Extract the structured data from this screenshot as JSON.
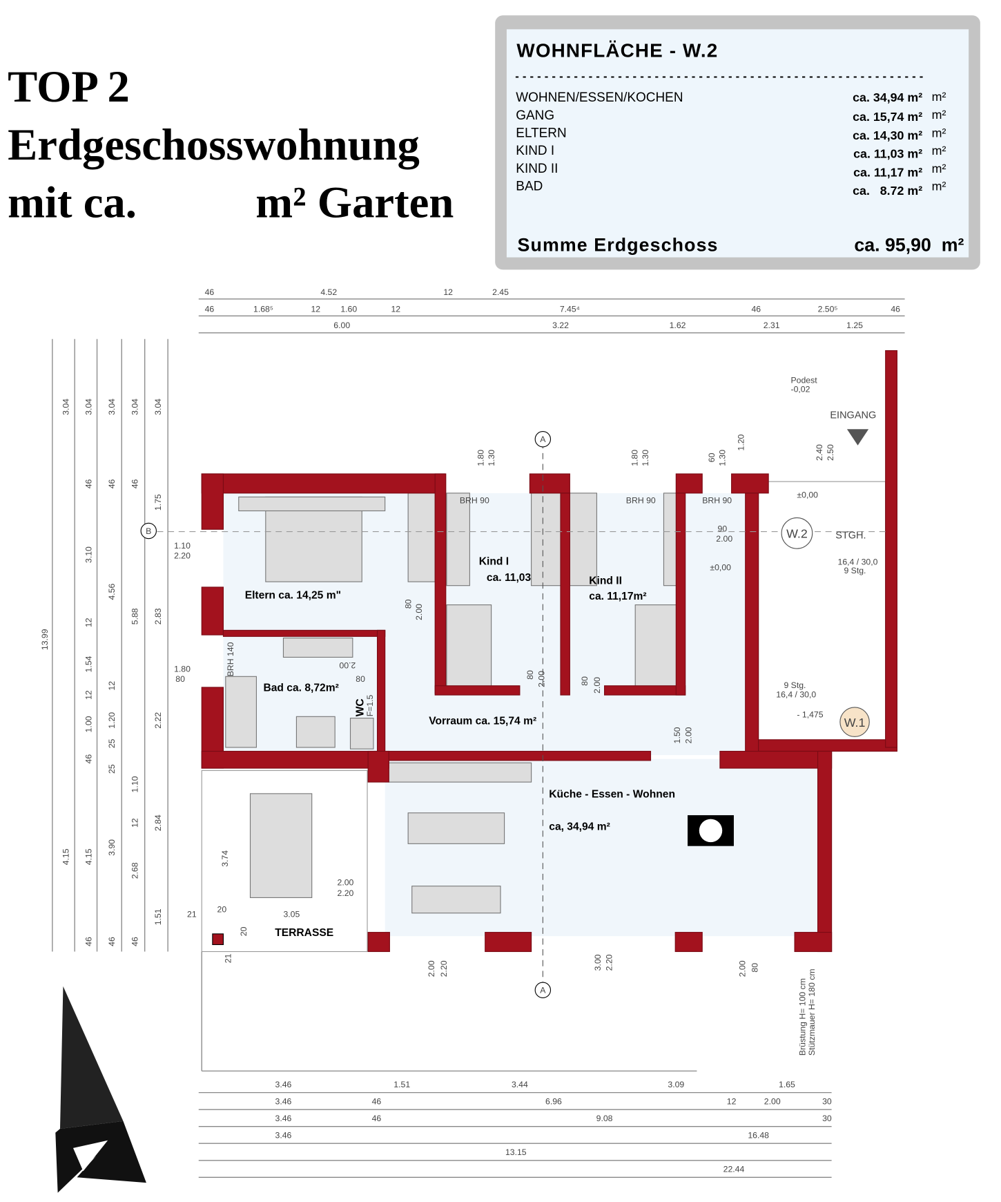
{
  "title": {
    "line1": "TOP 2",
    "line2": "Erdgeschosswohnung",
    "line3a": "mit ca.",
    "line3b": "m² Garten"
  },
  "area_table": {
    "heading": "WOHNFLÄCHE - W.2",
    "separator": "--------------------------------------------------------",
    "rows": [
      {
        "label": "WOHNEN/ESSEN/KOCHEN",
        "value": "ca. 34,94 m²",
        "unit": "m²"
      },
      {
        "label": "GANG",
        "value": "ca. 15,74 m²",
        "unit": "m²"
      },
      {
        "label": "ELTERN",
        "value": "ca. 14,30 m²",
        "unit": "m²"
      },
      {
        "label": "KIND I",
        "value": "ca. 11,03 m²",
        "unit": "m²"
      },
      {
        "label": "KIND II",
        "value": "ca. 11,17 m²",
        "unit": "m²"
      },
      {
        "label": "BAD",
        "value": "ca.   8.72 m²",
        "unit": "m²"
      }
    ],
    "total_label": "Summe Erdgeschoss",
    "total_value": "ca. 95,90  m²"
  },
  "rooms": {
    "eltern": "Eltern ca. 14,25 m\"",
    "kind1_name": "Kind I",
    "kind1_area": "ca. 11,03",
    "kind2_name": "Kind II",
    "kind2_area": "ca. 11,17m²",
    "bad": "Bad ca. 8,72m²",
    "wc": "WC",
    "vorraum": "Vorraum ca. 15,74 m²",
    "kueche": "Küche - Essen - Wohnen",
    "kueche_area": "ca, 34,94 m²",
    "terrasse": "TERRASSE",
    "eingang": "EINGANG",
    "stgh": "STGH.",
    "w2": "W.2",
    "w1": "W.1",
    "podest": "Podest",
    "podest_level": "-0,02",
    "level_0a": "±0,00",
    "level_0b": "±0,00",
    "level_stair": "- 1,475",
    "stair_top": "16,4 / 30,0",
    "stair_top_steps": "9 Stg.",
    "stair_bot_steps": "9 Stg.",
    "stair_bot": "16,4 / 30,0",
    "brh1": "BRH 90",
    "brh2": "BRH 90",
    "brh3": "BRH 90",
    "brh_bad": "BRH 140",
    "wc_note": "F=1.5",
    "brue": "Brüstung H= 100 cm",
    "stuetz": "Stützmauer H= 180 cm",
    "section_a": "A",
    "section_b": "B"
  },
  "dimensions": {
    "top_row1": [
      "46",
      "4.52",
      "12",
      "2.45"
    ],
    "top_row2": [
      "46",
      "1.68⁵",
      "12",
      "1.60",
      "12",
      "7.45⁴",
      "46",
      "2.50⁵",
      "46"
    ],
    "top_row3": [
      "6.00",
      "3.22",
      "1.62",
      "2.31",
      "1.25"
    ],
    "left_col1": [
      "3.04",
      "13.99",
      "4.15"
    ],
    "left_col2": [
      "3.04",
      "46",
      "3.10",
      "12",
      "1.54",
      "12",
      "1.00",
      "46",
      "4.15",
      "46"
    ],
    "left_col3": [
      "3.04",
      "46",
      "4.56",
      "12",
      "1.20",
      "25",
      "25",
      "3.90",
      "46"
    ],
    "left_col4": [
      "3.04",
      "46",
      "5.88",
      "1.10",
      "12",
      "2.68",
      "46"
    ],
    "left_col5": [
      "3.04",
      "1.75",
      "2.83",
      "2.22",
      "2.84",
      "1.51"
    ],
    "bottom_row1": [
      "3.46",
      "1.51",
      "3.44",
      "3.09",
      "1.65"
    ],
    "bottom_row2": [
      "3.46",
      "46",
      "6.96",
      "12",
      "2.00",
      "30"
    ],
    "bottom_row3": [
      "3.46",
      "46",
      "9.08",
      "30"
    ],
    "bottom_row4": [
      "3.46",
      "16.48"
    ],
    "bottom_row5": [
      "13.15"
    ],
    "bottom_row6": [
      "22.44"
    ],
    "plan": {
      "win_eltern_a": "1.10",
      "win_eltern_b": "2.20",
      "win_bad_a": "1.80",
      "win_bad_b": "80",
      "door_eltern_a": "80",
      "door_eltern_b": "2.00",
      "door_bad_a": "2.00",
      "door_bad_b": "80",
      "door_k1_a": "80",
      "door_k1_b": "2.00",
      "door_k2_a": "80",
      "door_k2_b": "2.00",
      "door_entry_a": "90",
      "door_entry_b": "2.00",
      "open_a": "1.50",
      "open_b": "2.00",
      "win_k1_a": "1.80",
      "win_k1_b": "1.30",
      "win_k2_a": "1.80",
      "win_k2_b": "1.30",
      "win_gang_a": "60",
      "win_gang_b": "1.30",
      "win_stair": "1.20",
      "entry_a": "2.40",
      "entry_b": "2.50",
      "ter_depth": "3.74",
      "ter_width": "3.05",
      "ter_door_a": "2.00",
      "ter_door_b": "2.20",
      "ter_21a": "21",
      "ter_20a": "20",
      "ter_20b": "20",
      "ter_21b": "21",
      "bw1_a": "2.00",
      "bw1_b": "2.20",
      "bw2_a": "3.00",
      "bw2_b": "2.20",
      "bw3_a": "2.00",
      "bw3_b": "80"
    }
  },
  "colors": {
    "wall": "#a3121e",
    "table_bg": "#eef6fc",
    "table_border": "#c4c4c4",
    "floor": "#f0f6fb"
  }
}
